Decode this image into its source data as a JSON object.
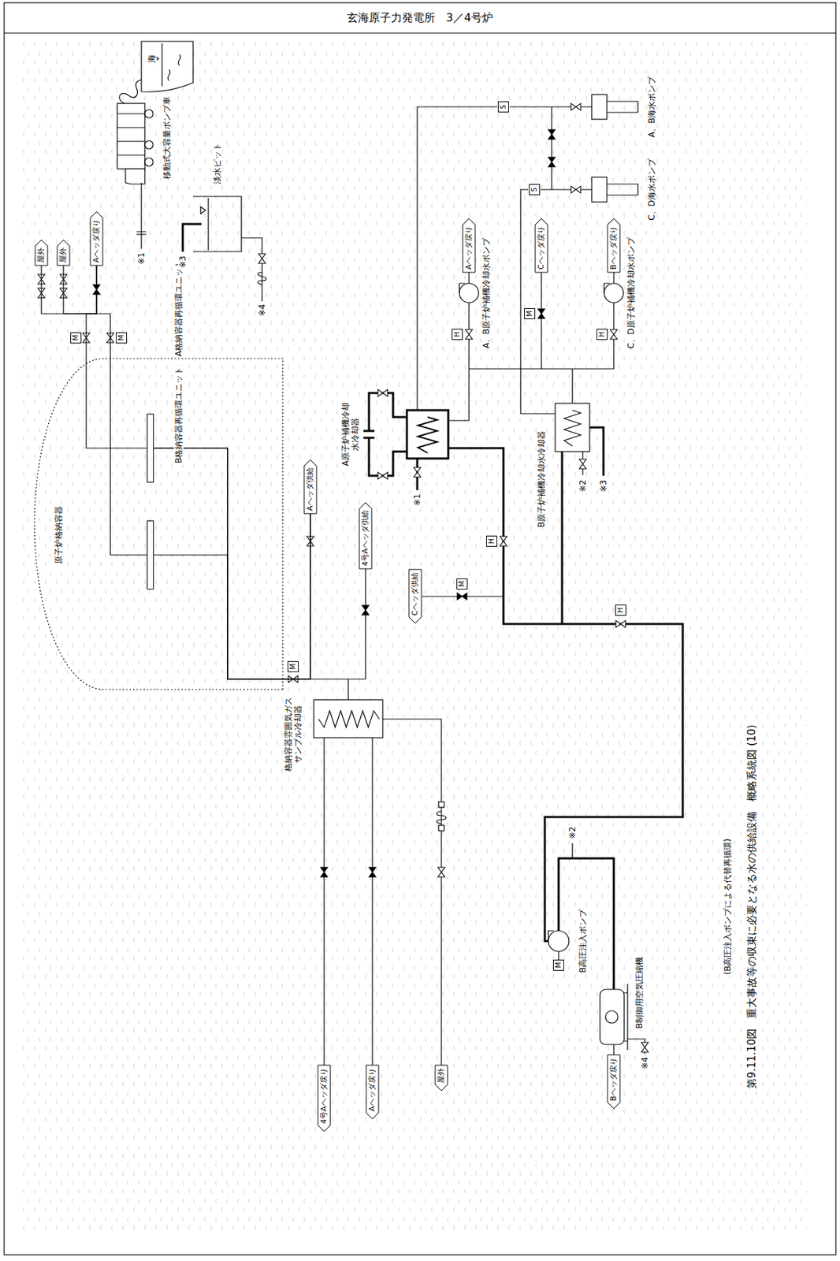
{
  "diagram": {
    "title": "玄海原子力発電所　3／4号炉",
    "caption": "第9.11.10図　重大事故等の収束に必要となる水の供給設備　概略系統図 (10)",
    "nodes": [
      {
        "text": [
          "原子炉格納容器"
        ]
      },
      {
        "text": [
          "A格納容器再循環ユニット"
        ],
        "in": 0
      },
      {
        "text": [
          "B格納容器再循環ユニット"
        ],
        "in": 0
      },
      {
        "text": [
          "屋外"
        ]
      },
      {
        "text": [
          "屋外"
        ]
      },
      {
        "text": [
          "Aヘッダ戻り"
        ]
      },
      {
        "text": [
          "M"
        ]
      },
      {
        "text": [
          "M"
        ]
      },
      {
        "text": [
          "Aヘッダ供給"
        ]
      },
      {
        "text": [
          "4号Aヘッダ供給"
        ]
      },
      {
        "text": [
          "M"
        ]
      },
      {
        "text": [
          "Cヘッダ供給"
        ]
      },
      {
        "text": [
          "M"
        ]
      },
      {
        "text": [
          "Aヘッダ戻り"
        ]
      },
      {
        "text": [
          "Cヘッダ戻り"
        ]
      },
      {
        "text": [
          "M"
        ]
      },
      {
        "text": [
          "Bヘッダ戻り"
        ]
      },
      {
        "text": [
          "H"
        ]
      },
      {
        "text": [
          "H"
        ]
      },
      {
        "text": [
          "H"
        ]
      },
      {
        "text": [
          "H"
        ]
      },
      {
        "text": [
          "S"
        ]
      },
      {
        "text": [
          "S"
        ]
      },
      {
        "text": [
          "4号Aヘッダ戻り"
        ]
      },
      {
        "text": [
          "Aヘッダ戻り"
        ]
      },
      {
        "text": [
          "屋外"
        ]
      },
      {
        "text": [
          "Bヘッダ戻り"
        ]
      },
      {
        "text": [
          "M"
        ]
      }
    ],
    "edges": [
      {
        "from": 8,
        "to": 1,
        "arrow": "none"
      },
      {
        "from": 8,
        "to": 2,
        "arrow": "none"
      },
      {
        "from": 9,
        "to": 1,
        "arrow": "none"
      },
      {
        "from": 1,
        "to": 5,
        "arrow": "none"
      },
      {
        "from": 2,
        "to": 5,
        "arrow": "none"
      },
      {
        "from": 3,
        "to": 5,
        "arrow": "none"
      },
      {
        "from": 4,
        "to": 5,
        "arrow": "none"
      }
    ],
    "labels": [
      "海",
      "移動式大容量ポンプ車",
      "※1",
      "※3",
      "淡水ピット",
      "※4",
      "A、B海水ポンプ",
      "C、D海水ポンプ",
      "A、B原子炉補機冷却水ポンプ",
      "C、D原子炉補機冷却水ポンプ",
      "A原子炉補機冷却水冷却器",
      "B原子炉補機冷却水冷却器",
      "※1",
      "※2",
      "※3",
      "格納容器雰囲気ガスサンプル冷却器",
      "B高圧注入ポンプ",
      "※2",
      "B制御用空気圧縮機",
      "※4",
      "(B高圧注入ポンプによる代替再循環)"
    ]
  }
}
